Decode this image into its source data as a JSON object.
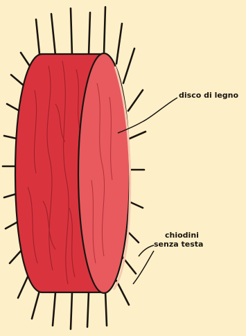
{
  "labels": {
    "wooden_disc": "disco di legno",
    "nails_line1": "chiodini",
    "nails_line2": "senza testa"
  },
  "colors": {
    "background": "#fdf0c8",
    "disc_body": "#d9343e",
    "disc_face": "#e85a5e",
    "outline": "#1a1410",
    "rim_highlight": "#f6c9b0"
  }
}
